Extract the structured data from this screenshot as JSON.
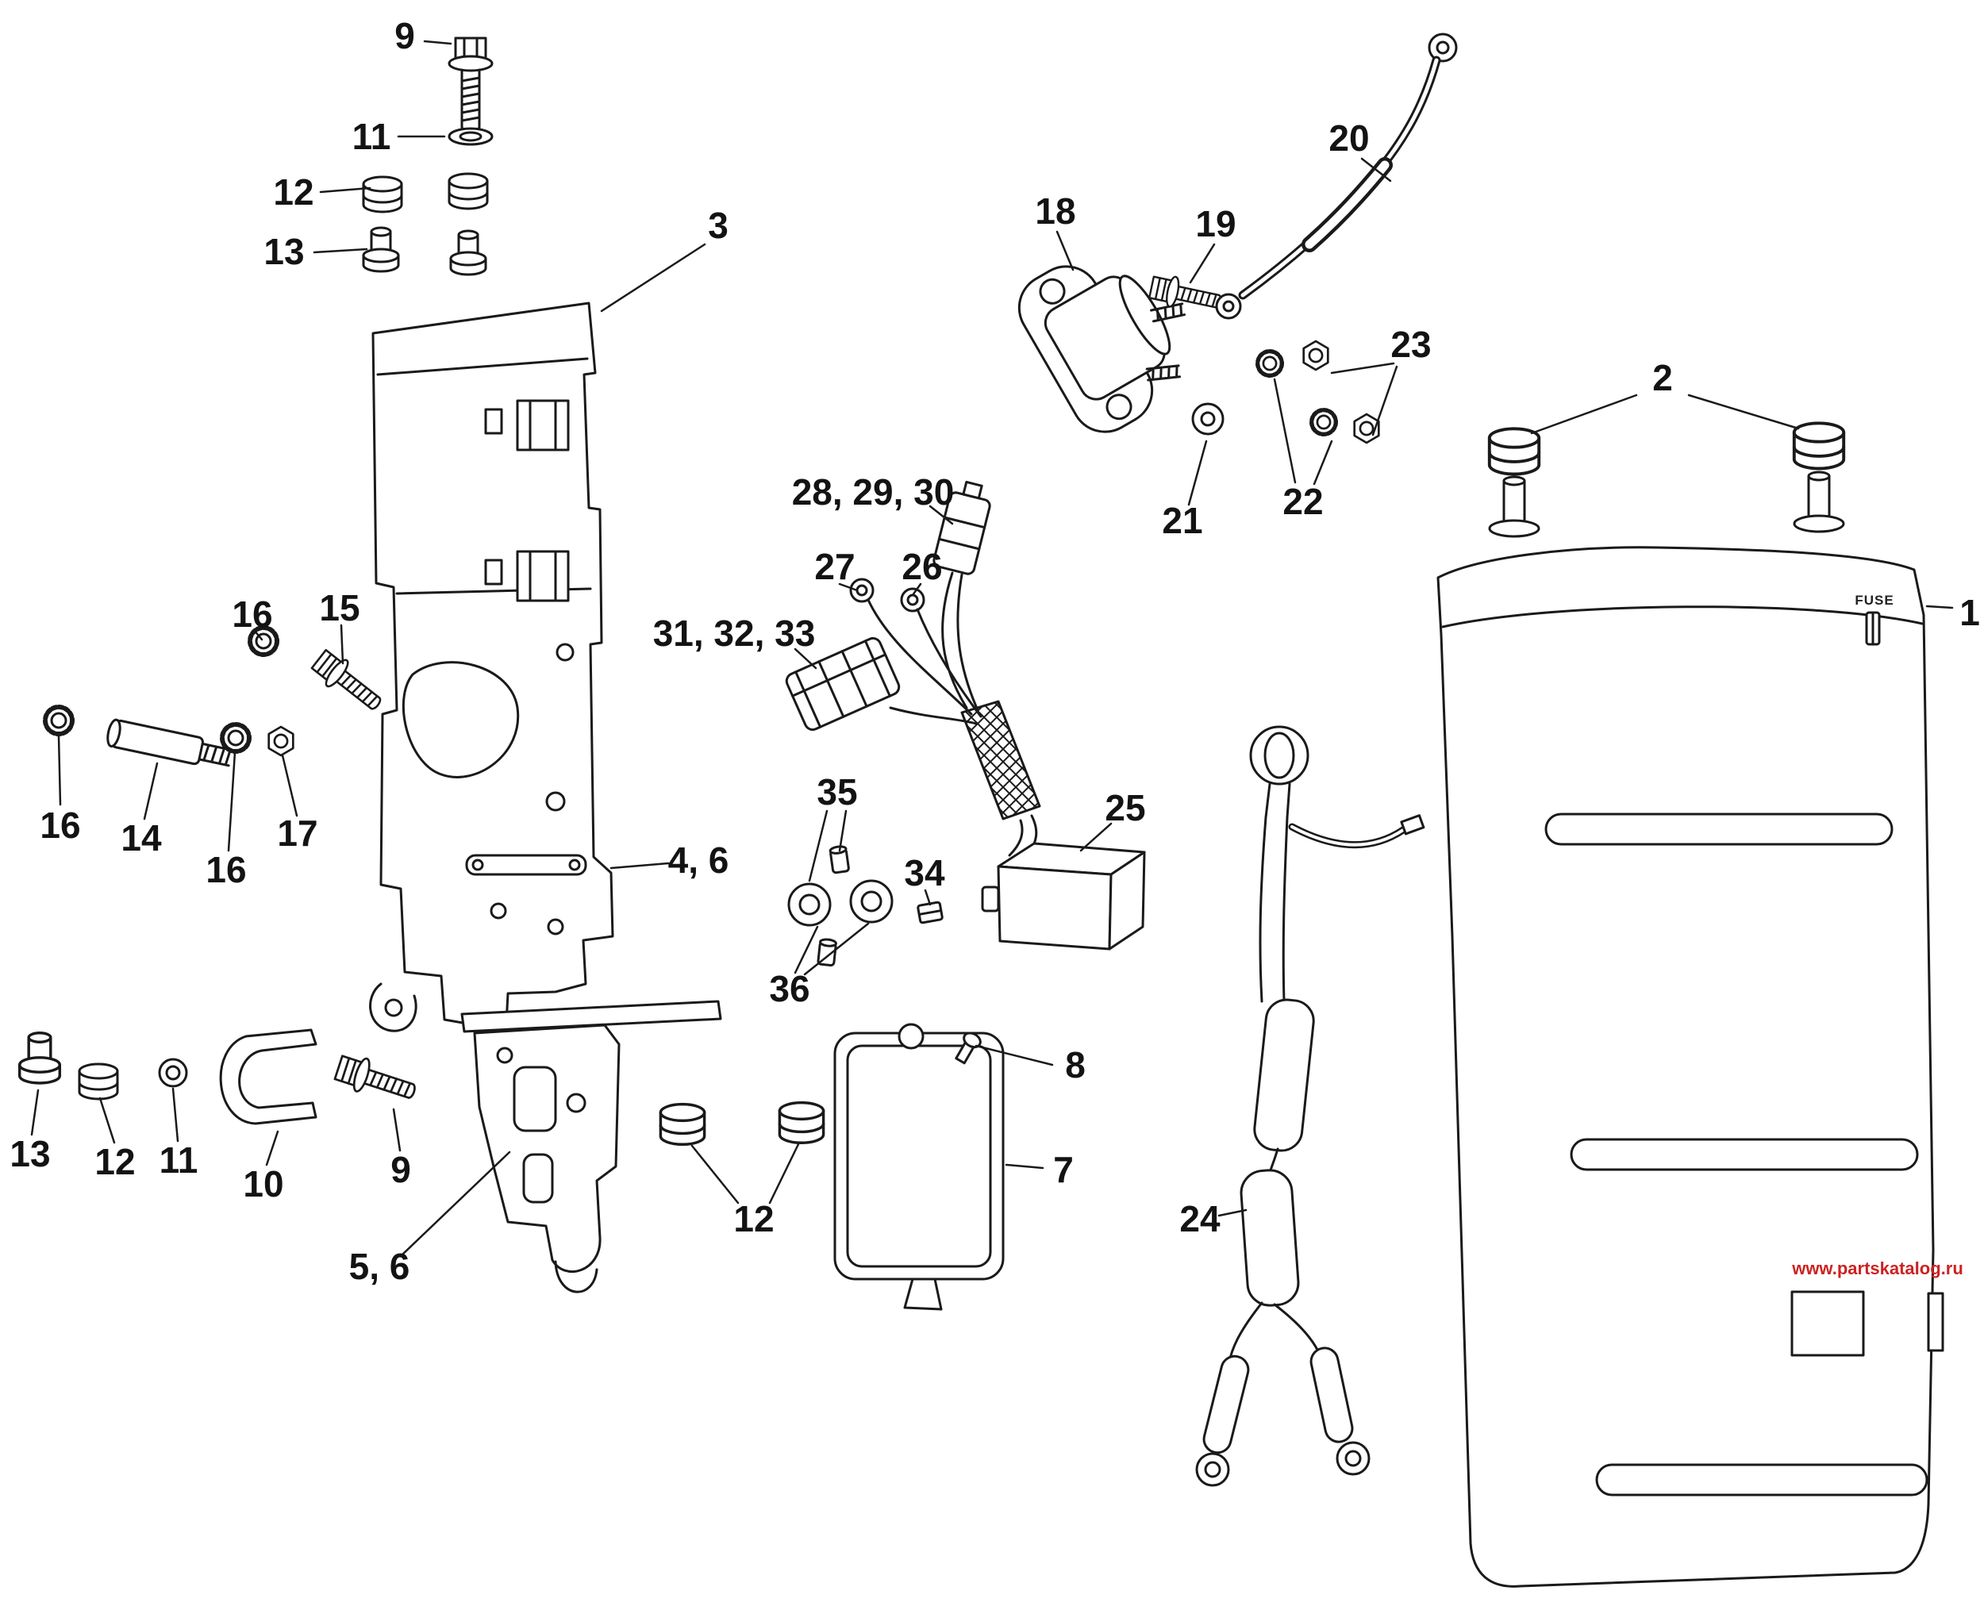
{
  "diagram_title": "outboard electrical bracket exploded parts diagram",
  "colors": {
    "line": "#1a1a1a",
    "label": "#131313",
    "watermark": "#cc2222",
    "background": "#ffffff"
  },
  "cover": {
    "fuse_label": "FUSE"
  },
  "watermark": "www.partskatalog.ru",
  "callouts": [
    {
      "id": "9-top",
      "text": "9"
    },
    {
      "id": "11-top",
      "text": "11"
    },
    {
      "id": "12-top",
      "text": "12"
    },
    {
      "id": "13-top",
      "text": "13"
    },
    {
      "id": "3",
      "text": "3"
    },
    {
      "id": "18",
      "text": "18"
    },
    {
      "id": "19",
      "text": "19"
    },
    {
      "id": "20",
      "text": "20"
    },
    {
      "id": "23",
      "text": "23"
    },
    {
      "id": "2",
      "text": "2"
    },
    {
      "id": "21",
      "text": "21"
    },
    {
      "id": "22",
      "text": "22"
    },
    {
      "id": "28-29-30",
      "text": "28, 29, 30"
    },
    {
      "id": "27",
      "text": "27"
    },
    {
      "id": "26",
      "text": "26"
    },
    {
      "id": "31-32-33",
      "text": "31, 32, 33"
    },
    {
      "id": "16-a",
      "text": "16"
    },
    {
      "id": "15",
      "text": "15"
    },
    {
      "id": "1",
      "text": "1"
    },
    {
      "id": "16-b",
      "text": "16"
    },
    {
      "id": "14",
      "text": "14"
    },
    {
      "id": "17",
      "text": "17"
    },
    {
      "id": "16-c",
      "text": "16"
    },
    {
      "id": "4-6",
      "text": "4, 6"
    },
    {
      "id": "35",
      "text": "35"
    },
    {
      "id": "34",
      "text": "34"
    },
    {
      "id": "25",
      "text": "25"
    },
    {
      "id": "36",
      "text": "36"
    },
    {
      "id": "8",
      "text": "8"
    },
    {
      "id": "13-b",
      "text": "13"
    },
    {
      "id": "12-b",
      "text": "12"
    },
    {
      "id": "11-b",
      "text": "11"
    },
    {
      "id": "10",
      "text": "10"
    },
    {
      "id": "9-b",
      "text": "9"
    },
    {
      "id": "7",
      "text": "7"
    },
    {
      "id": "12-c",
      "text": "12"
    },
    {
      "id": "24",
      "text": "24"
    },
    {
      "id": "5-6",
      "text": "5, 6"
    }
  ]
}
